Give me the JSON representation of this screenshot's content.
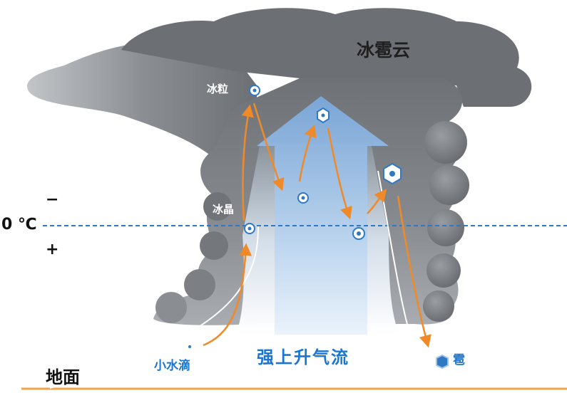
{
  "diagram": {
    "title": "冰雹云",
    "labels": {
      "ice_pellet": "冰粒",
      "ice_crystal": "冰晶",
      "zero_celsius": "0 ℃",
      "minus": "−",
      "plus": "+",
      "ground": "地面",
      "water_droplet": "小水滴",
      "updraft": "强上升气流",
      "hail": "雹"
    },
    "colors": {
      "cloud_dark": "#5e6266",
      "cloud_light": "#b7babd",
      "updraft_blue": "#7fb0e0",
      "trajectory_orange": "#f08a28",
      "freezing_line": "#2f79c4",
      "label_blue": "#1976d2",
      "ground_line": "#f3a34a"
    }
  }
}
